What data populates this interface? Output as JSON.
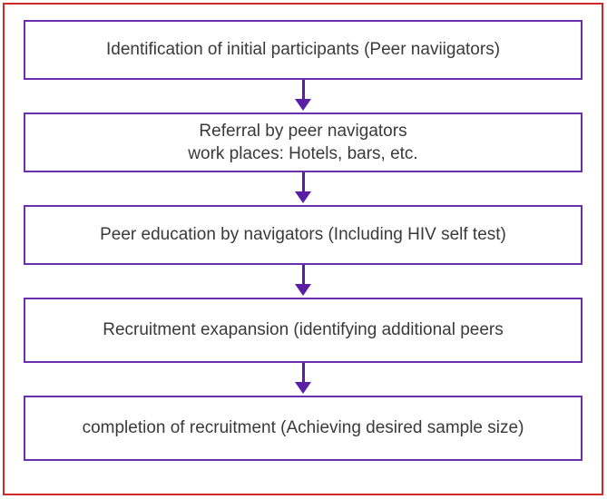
{
  "colors": {
    "outer_border": "#cc2b28",
    "box_border": "#6b2fae",
    "arrow": "#5a1da6",
    "text": "#3a3a3a",
    "background": "#ffffff"
  },
  "steps": [
    {
      "lines": [
        "Identification of initial participants (Peer naviigators)"
      ]
    },
    {
      "lines": [
        "Referral by peer navigators",
        "work places: Hotels, bars, etc."
      ]
    },
    {
      "lines": [
        "Peer education by navigators (Including HIV self test)"
      ]
    },
    {
      "lines": [
        "Recruitment exapansion (identifying additional peers"
      ]
    },
    {
      "lines": [
        "completion of recruitment (Achieving desired sample size)"
      ]
    }
  ]
}
